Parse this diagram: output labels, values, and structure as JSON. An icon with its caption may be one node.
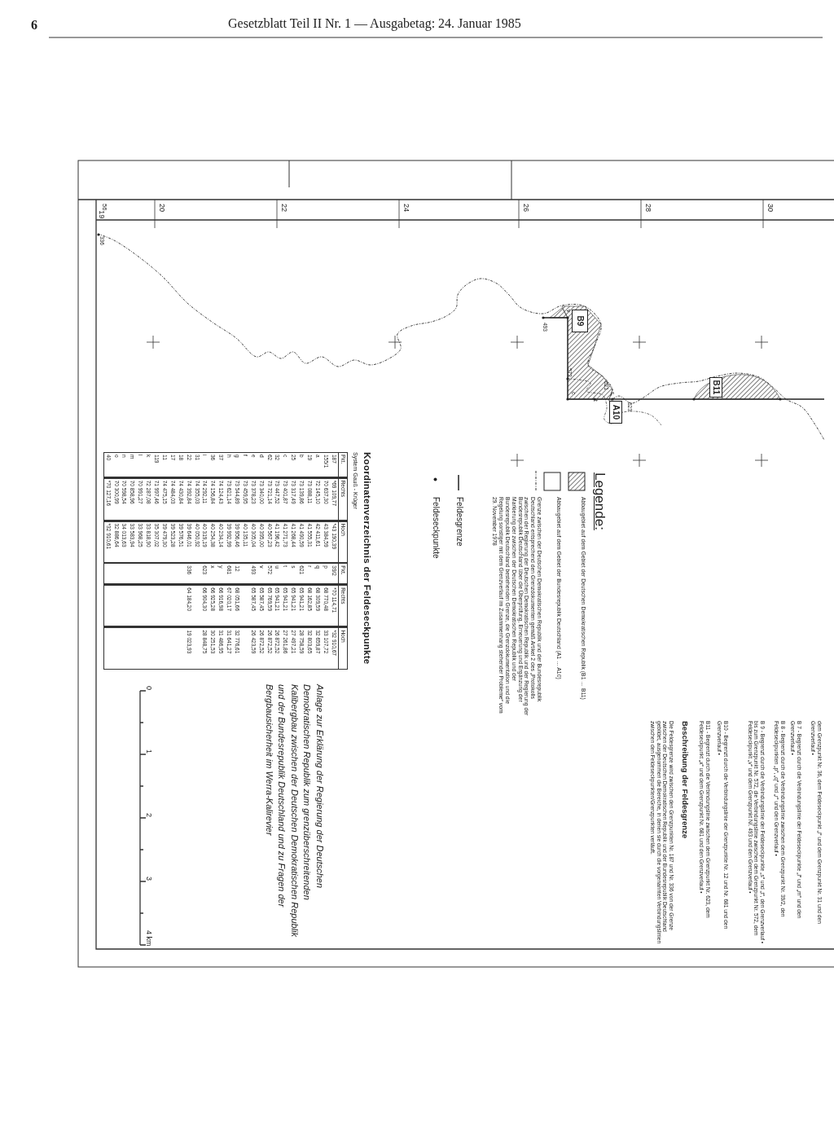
{
  "diagram": {
    "title": "Gesetzblatt Teil II Nr. 1 — Ausgabetag: 24. Januar 1985",
    "caption": "Anlage zur Erklärung der Regierung der Deutschen Demokratischen Republik zum grenzüberschreitenden Kalibergbau zwischen der Deutschen Demokratischen Republik und der Bundesrepublik Deutschland und zu Fragen der Bergbausicherheit im Werra-Kalirevier",
    "nodes": [
      {
        "text": [
          "B9"
        ]
      },
      {
        "text": [
          "A10"
        ]
      },
      {
        "text": [
          "B11"
        ]
      }
    ],
    "labels": [
      "6",
      "$^{56}$19",
      "20",
      "22",
      "24",
      "26",
      "28",
      "30",
      "336",
      "493",
      "v",
      "572",
      "c",
      "t",
      "s",
      "621",
      "623",
      "Legende:",
      "Koordinatenverzeichnis der Feldeseckpunkte",
      "System Gauß - Krüger",
      "Pkt.",
      "Rechts",
      "Hoch",
      "Pkt.",
      "Rechts",
      "Hoch",
      "187",
      "*69 109,77",
      "*43 190,39",
      "39/2",
      "*70 114,71",
      "*32 910,67",
      "155/1",
      "70 637,30",
      "43 384,59",
      "p",
      "68 770,48",
      "33 107,72",
      "a",
      "72 145,10",
      "42 411,61",
      "q",
      "68 309,59",
      "32 659,87",
      "19",
      "73 088,11",
      "41 555,31",
      "r",
      "68 162,85",
      "32 803,65",
      "b",
      "73 139,86",
      "41 490,59",
      "621",
      "65 941,21",
      "28 758,59",
      "25",
      "73 317,49",
      "41 268,44",
      "s",
      "65 941,21",
      "27 497,21",
      "c",
      "73 401,87",
      "41 271,73",
      "t",
      "65 941,21",
      "27 261,86",
      "32",
      "73 447,52",
      "41 196,42",
      "u",
      "65 941,21",
      "26 872,52",
      "62",
      "73 721,14",
      "40 567,23",
      "572",
      "65 769,59",
      "26 872,52",
      "d",
      "73 340,00",
      "40 395,00",
      "v",
      "65 587,45",
      "26 872,52",
      "e",
      "73 378,23",
      "40 305,04",
      "493",
      "65 587,45",
      "26 423,59",
      "f",
      "73 459,95",
      "40 135,11",
      "g",
      "73 544,89",
      "39 956,46",
      "12",
      "68 051,66",
      "32 776,61",
      "h",
      "73 621,14",
      "39 992,99",
      "681",
      "67 020,17",
      "31 641,27",
      "37",
      "74 124,43",
      "40 234,14",
      "y",
      "66 916,98",
      "31 486,95",
      "36",
      "74 156,84",
      "40 254,38",
      "x",
      "66 925,28",
      "30 251,53",
      "i",
      "74 292,11",
      "40 319,19",
      "623",
      "66 904,30",
      "28 848,75",
      "31",
      "74 355,03",
      "40 050,92",
      "22",
      "74 392,84",
      "39 646,01",
      "336",
      "64 184,20",
      "19 023,93",
      "18",
      "74 430,84",
      "39 576,51",
      "17",
      "74 484,03",
      "39 523,28",
      "11",
      "74 475,15",
      "39 479,30",
      "119",
      "71 997,46",
      "35 307,02",
      "k",
      "72 287,08",
      "33 818,90",
      "l",
      "70 991,27",
      "33 968,25",
      "m",
      "70 858,96",
      "33 583,94",
      "n",
      "70 598,54",
      "34 013,63",
      "o",
      "70 300,99",
      "32 886,64",
      "40",
      "*70 127,16",
      "*32 910,61",
      "0",
      "1",
      "2",
      "3",
      "4 km",
      "dem Grenzpunkt Nr. 36, dem Feldeseckpunkt „i“ und dem Grenzpunkt Nr. 31 und den Grenzverlauf •",
      "B 7 - Begrenzt durch die Verbindungslinie der Feldeseckpunkte „l“ und „m“ und den Grenzverlauf •",
      "B 8 - Begrenzt durch die Verbindungslinie zwischen dem Grenzpunkt Nr. 39/2, den Feldeseckpunkten „p“, „q“ und „r“ und den Grenzverlauf •",
      "B 9 - Begrenzt durch die Verbindungslinie der Feldeseckpunkte „s“ und „t“, den Grenzverlauf • bis zum Grenzpunkt Nr. 572, die Verbindungslinie zwischen dem Grenzpunkt Nr. 572, dem Feldeseckpunkt „v“ und dem Grenzpunkt Nr. 493 und den Grenzverlauf •",
      "B10 - Begrenzt durch die Verbindungslinie der Grenzpunkte Nr. 12 und Nr. 681 und den Grenzverlauf •",
      "B11 - Begrenzt durch die Verbindungslinie zwischen dem Grenzpunkt Nr. 623, dem Feldeseckpunkt „x“ und dem Grenzpunkt Nr. 681 und den Grenzverlauf •",
      "Beschreibung der Feldesgrenze",
      "Die Feldesgrenze wird zwischen den Grenzpunkten Nr. 187 und Nr. 336 von der Grenze zwischen der Deutschen Demokratischen Republik und der Bundesrepublik Deutschland gebildet, ausgenommen die Bereiche, in denen sie durch die vorgenannten Verbindungslinien zwischen den Feldeseckpunkten/Grenzpunkten verläuft."
    ],
    "legend": [
      {
        "text": "Abbaugebiet auf dem Gebiet der Deutschen Demokratischen Republik (B1 … B11)"
      },
      {
        "text": "Abbaugebiet auf dem Gebiet der Bundesrepublik Deutschland (A1 … A10)"
      },
      {
        "text": "Grenze zwischen der Deutschen Demokratischen Republik und der Bundesrepublik Deutschland entsprechend den Grenzdokumenten gemäß Artikel 2 des „Protokolls zwischen der Regierung der Deutschen Demokratischen Republik und der Regierung der Bundesrepublik Deutschland über die Überprüfung, Erneuerung und Ergänzung der Markierung der zwischen der Deutschen Demokratischen Republik und der Bundesrepublik Deutschland bestehenden Grenze, die Grenzdokumentation und die Regelung sonstiger mit dem Grenzverlauf im Zusammenhang stehender Probleme“ vom 29. November 1978"
      },
      {
        "text": "Feldesgrenze"
      },
      {
        "text": "Feldeseckpunkte"
      }
    ]
  }
}
